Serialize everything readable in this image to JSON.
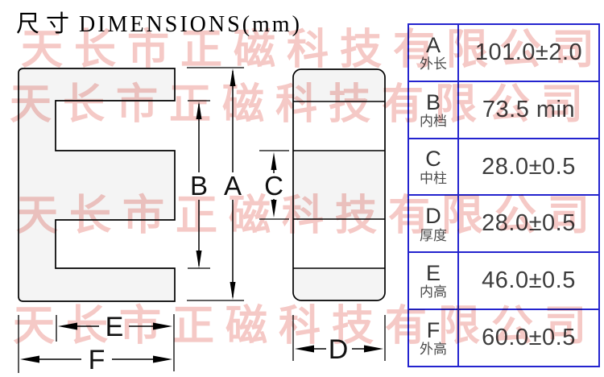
{
  "title": {
    "zh": "尺寸",
    "en": "DIMENSIONS(mm)"
  },
  "watermark": {
    "text": "天长市正磁科技有限公司",
    "color": "#f5c9c6"
  },
  "drawing": {
    "description": "EE ferrite core front view and side view with dimension arrows",
    "fill_color": "#f4f4f4",
    "line_color": "#000000",
    "dims": {
      "a": "A",
      "b": "B",
      "c": "C",
      "d": "D",
      "e": "E",
      "f": "F"
    }
  },
  "table": {
    "border_color": "#2424cf",
    "rows": [
      {
        "letter": "A",
        "label": "外长",
        "value": "101.0±2.0"
      },
      {
        "letter": "B",
        "label": "内档",
        "value": "73.5 min"
      },
      {
        "letter": "C",
        "label": "中柱",
        "value": "28.0±0.5"
      },
      {
        "letter": "D",
        "label": "厚度",
        "value": "28.0±0.5"
      },
      {
        "letter": "E",
        "label": "内高",
        "value": "46.0±0.5"
      },
      {
        "letter": "F",
        "label": "外高",
        "value": "60.0±0.5"
      }
    ]
  }
}
